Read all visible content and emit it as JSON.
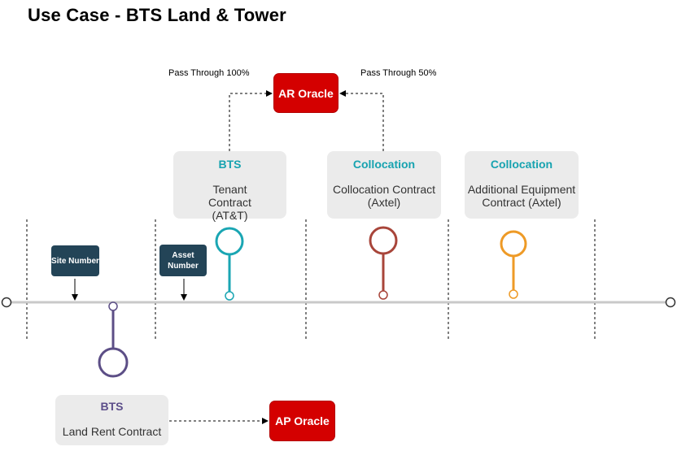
{
  "title": "Use Case - BTS Land & Tower",
  "oracles": {
    "ar": "AR Oracle",
    "ap": "AP Oracle"
  },
  "notes": {
    "left": "Pass Through 100%",
    "right": "Pass Through 50%"
  },
  "tags": {
    "site": "Site Number",
    "asset": "Asset Number"
  },
  "cards": [
    {
      "head": "BTS",
      "body": "Tenant Contract (AT&T)",
      "color": "#17a3b0"
    },
    {
      "head": "Collocation",
      "body": "Collocation Contract (Axtel)",
      "color": "#17a3b0"
    },
    {
      "head": "Collocation",
      "body": "Additional Equipment Contract (Axtel)",
      "color": "#17a3b0"
    },
    {
      "head": "BTS",
      "body": "Land Rent Contract",
      "color": "#5c4e8a"
    }
  ],
  "colors": {
    "teal": "#1aa6b3",
    "brown": "#a8453a",
    "orange": "#ee9a26",
    "purple": "#5c4e86",
    "oracle_red": "#d40000",
    "tag_navy": "#234457"
  }
}
